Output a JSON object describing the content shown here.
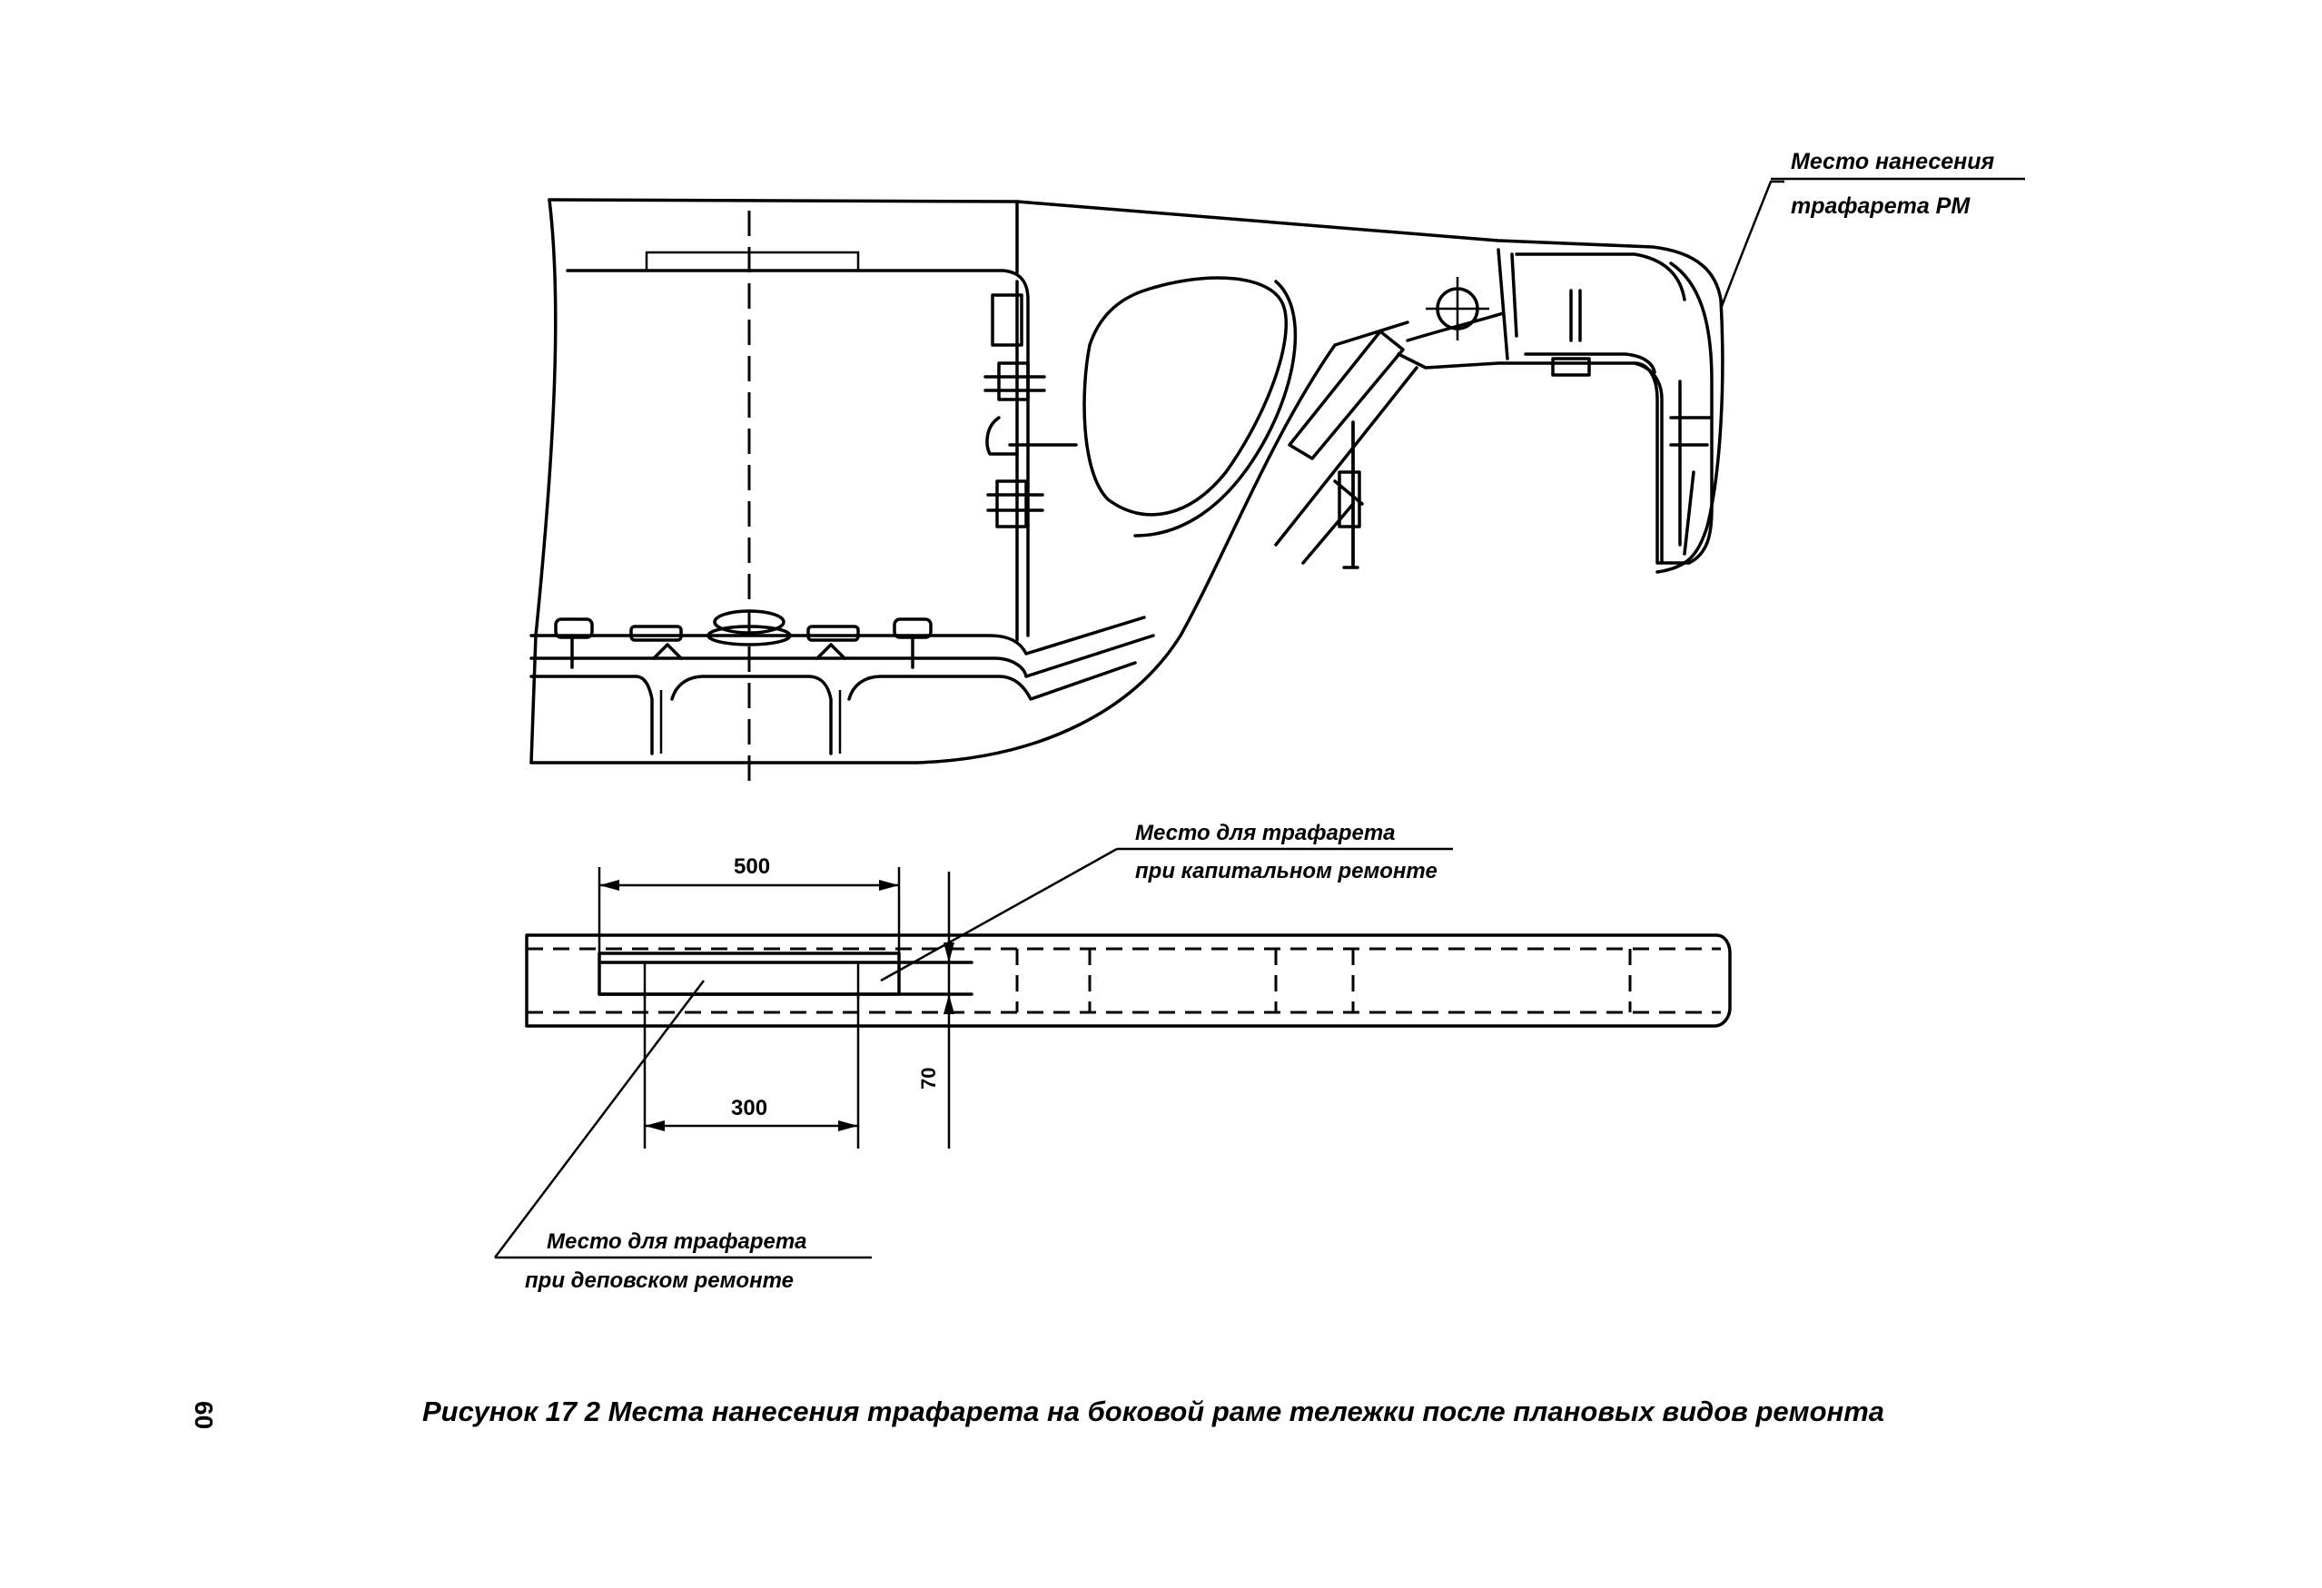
{
  "labels": {
    "rm_line1": "Место нанесения",
    "rm_line2": "трафарета   РМ",
    "capital_line1": "Место для трафарета",
    "capital_line2": "при капитальном ремонте",
    "depot_line1": "Место для трафарета",
    "depot_line2": "при деповском ремонте"
  },
  "dimensions": {
    "width_outer": "500",
    "width_inner": "300",
    "height": "70"
  },
  "caption": "Рисунок 17 2 Места нанесения трафарета на боковой раме тележки после плановых видов ремонта",
  "page_number": "60"
}
